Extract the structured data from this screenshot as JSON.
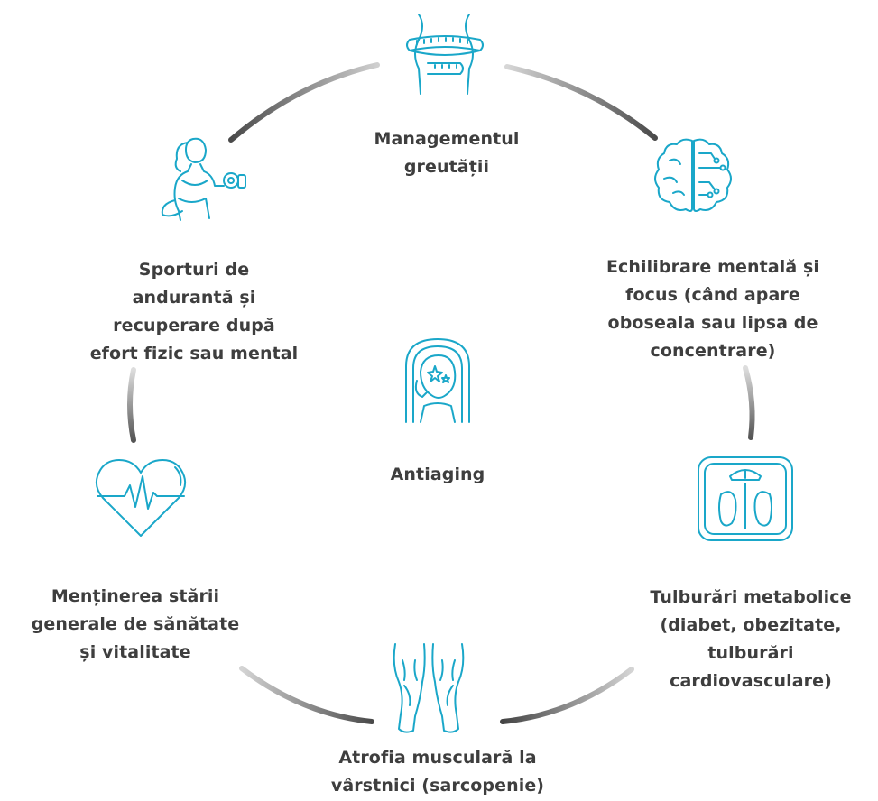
{
  "center": {
    "label": "Antiaging",
    "icon": "mirror-face-icon"
  },
  "items": [
    {
      "label": "Managementul\ngreutății",
      "icon": "waist-measuring-tape-icon"
    },
    {
      "label": "Echilibrare mentală și\nfocus (când apare\noboseala sau lipsa de\nconcentrare)",
      "icon": "brain-circuit-icon"
    },
    {
      "label": "Tulburări metabolice\n(diabet, obezitate,\ntulburări\ncardiovasculare)",
      "icon": "bathroom-scale-icon"
    },
    {
      "label": "Atrofia musculară la\nvârstnici (sarcopenie)",
      "icon": "legs-muscles-icon"
    },
    {
      "label": "Menținerea stării\ngenerale de sănătate\nși vitalitate",
      "icon": "heart-pulse-icon"
    },
    {
      "label": "Sporturi de\nandurantă și\nrecuperare după\nefort fizic sau mental",
      "icon": "woman-dumbbell-icon"
    }
  ],
  "colors": {
    "icon": "#1aa7c9",
    "text": "#3e3e3e",
    "ring_dark": "#4a4a4a",
    "ring_light": "#e2e2e2"
  }
}
